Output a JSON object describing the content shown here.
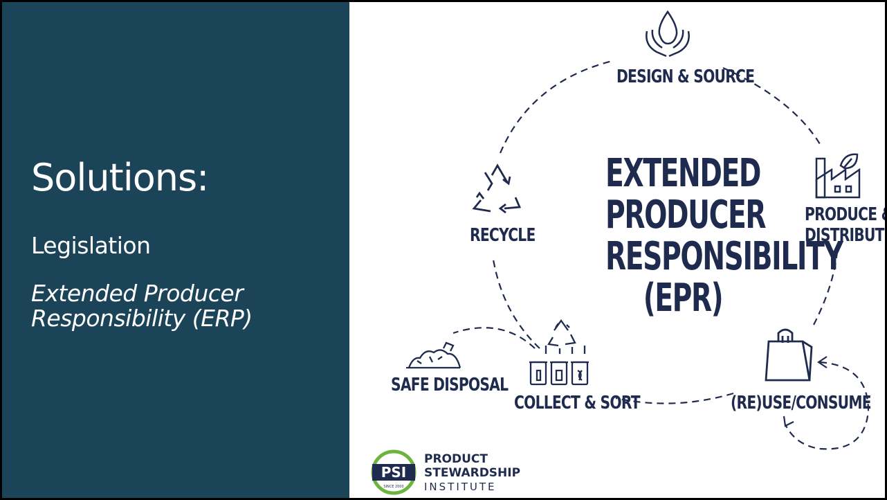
{
  "slide": {
    "title": "Solutions:",
    "bullet1": "Legislation",
    "bullet2": "Extended Producer Responsibility (ERP)"
  },
  "diagram": {
    "center_lines": [
      "EXTENDED",
      "PRODUCER",
      "RESPONSIBILITY",
      "(EPR)"
    ],
    "stages": {
      "design": "DESIGN & SOURCE",
      "produce_line1": "PRODUCE &",
      "produce_line2": "DISTRIBUTE",
      "consume": "(RE)USE/CONSUME",
      "collect": "COLLECT & SORT",
      "disposal": "SAFE DISPOSAL",
      "recycle": "RECYCLE"
    },
    "icons": [
      "hands-water-drop-icon",
      "factory-leaf-icon",
      "shopping-bag-icon",
      "sorting-bins-icon",
      "landfill-icon",
      "recycle-icon"
    ]
  },
  "logo": {
    "mark": "PSI",
    "since": "SINCE 2000",
    "line1": "PRODUCT",
    "line2": "STEWARDSHIP",
    "line3": "INSTITUTE"
  },
  "colors": {
    "panel": "#1b4459",
    "ink": "#1e2b4e",
    "logo_green": "#6db33f"
  }
}
